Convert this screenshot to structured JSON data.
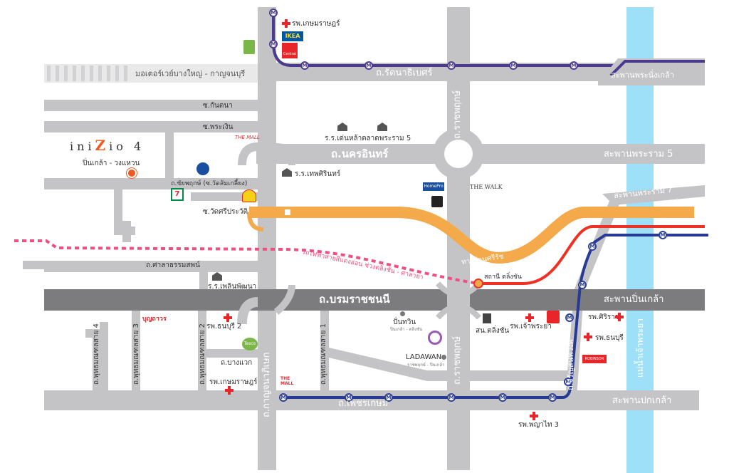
{
  "colors": {
    "road": "#c4c4c6",
    "main_road": "#7c7c7e",
    "expressway": "#f4a94a",
    "red_line": "#ee3124",
    "blue_line": "#263a96",
    "purple_line": "#4b3a8e",
    "pink_line": "#ef4f7f",
    "river": "#9ee0f7",
    "accent_orange": "#f05a22"
  },
  "icons": {
    "metro": "metro-station-icon",
    "hospital": "red-cross-icon",
    "school": "school-icon",
    "market": "market-icon"
  },
  "metro_glyph": "M",
  "project": {
    "brand": "ini",
    "brand_mid": "Z",
    "brand_tail": "io 4",
    "location": "ปิ่นเกล้า - วงแหวน"
  },
  "roads": {
    "motorway": "มอเตอร์เวย์บางใหญ่ - กาญจนบุรี",
    "rattanathibet": "ถ.รัตนาธิเบศร์",
    "kanchana_lower": "ซ.กันตนา",
    "phra_ngoen": "ซ.พระเงิน",
    "nakhon_in": "ถ.นครอินทร์",
    "chaiyaphruek": "ถ.ชัยพฤกษ์ (ซ.วัดส้มเกลี้ยง)",
    "wat_sri_prawat": "ซ.วัดศรีประวัติ",
    "sala_thammasop": "ถ.ศาลาธรรมสพน์",
    "borommaratchachonnani": "ถ.บรมราชชนนี",
    "ratchaphruek_top": "ถ.ราชพฤกษ์",
    "ratchaphruek_mid": "ถ.ราชพฤกษ์",
    "ratchaphruek_bot": "ถ.ราชพฤกษ์",
    "kanchanaphisek": "ถ.กาญจนาภิเษก",
    "phetkasem": "ถ.เพชรเกษม",
    "bang_waek": "ถ.บางแวก",
    "charan_sanitwong": "ถ.จรัญสนิทวงศ์",
    "phutthamonthon_1": "ถ.พุทธมณฑลสาย 1",
    "phutthamonthon_2": "ถ.พุทธมณฑลสาย 2",
    "phutthamonthon_3": "ถ.พุทธมณฑลสาย 3",
    "phutthamonthon_4": "ถ.พุทธมณฑลสาย 4",
    "expressway": "ทางด่วนศรีรัช",
    "pink_line": "รถไฟฟ้าสายสีแดงอ่อน ช่วงตลิ่งชัน - ศาลายา",
    "chao_phraya": "แม่น้ำเจ้าพระยา"
  },
  "bridges": {
    "phra_nangklao": "สะพานพระนั่งเกล้า",
    "rama5": "สะพานพระราม 5",
    "rama7": "สะพานพระราม 7",
    "pin_klao": "สะพานปิ่นเกล้า",
    "pok_klao": "สะพานปกเกล้า"
  },
  "places": {
    "hosp_kasemrad_top": "รพ.เกษมราษฎร์",
    "school_donlao": "ร.ร.เด่นหล้า",
    "market_rama5": "ตลาดพระราม 5",
    "school_thepsirin": "ร.ร.เทพศิรินทร์",
    "school_phlsin": "ร.ร.เพลินพัฒนา",
    "hosp_thonburi2": "รพ.ธนบุรี 2",
    "hosp_kasemrad_bot": "รพ.เกษมราษฎร์",
    "bunthavorn": "บุญถาวร",
    "hosp_chaopraya": "รพ.เจ้าพระยา",
    "hosp_siriraj": "รพ.ศิริราช",
    "hosp_thonburi": "รพ.ธนบุรี",
    "hosp_phyathai3": "รพ.พญาไท 3",
    "taling_chan_station": "สถานี ตลิ่งชัน",
    "taling_chan_district": "สน.ตลิ่งชัน",
    "bangkok_hospital": "ปั่นทวิน",
    "bangkok_hospital_sub": "ปิ่นเกล้า - ตลิ่งชัน",
    "ladawan": "LADAWAN",
    "ladawan_sub": "ราชพฤกษ์ - ปิ่นเกล้า",
    "the_walk": "THE WALK",
    "ikea": "IKEA",
    "central": "Central",
    "seven": "7",
    "homepro": "HomePro",
    "the_mall": "THE MALL",
    "tesco": "Tesco",
    "robinson": "ROBINSON"
  }
}
